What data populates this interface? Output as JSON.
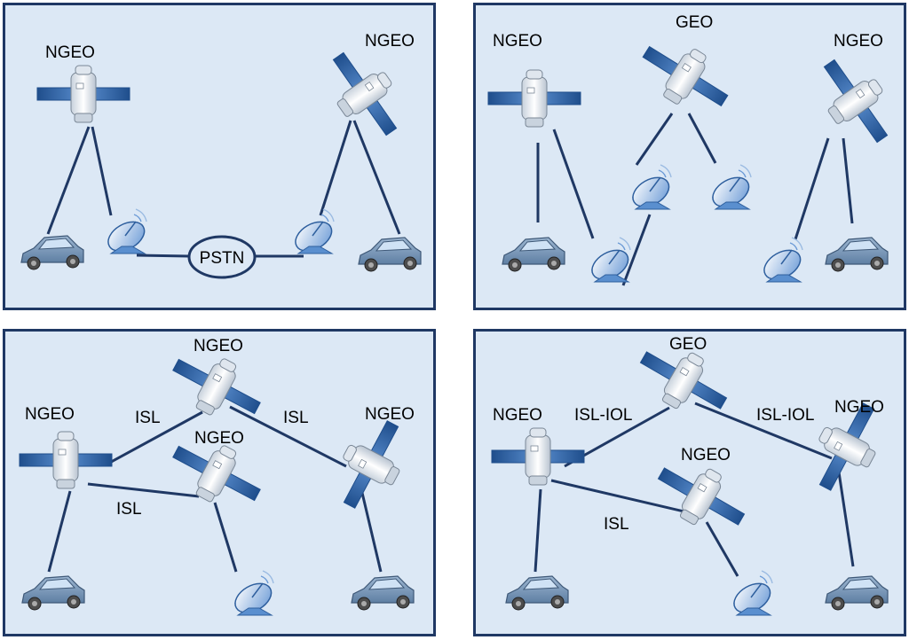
{
  "panels": [
    {
      "name": "panel-ngeo-pstn",
      "labels": {
        "sat_left": "NGEO",
        "sat_right": "NGEO",
        "pstn": "PSTN"
      }
    },
    {
      "name": "panel-ngeo-geo-ngeo",
      "labels": {
        "sat_left": "NGEO",
        "sat_center": "GEO",
        "sat_right": "NGEO"
      }
    },
    {
      "name": "panel-ngeo-isl",
      "labels": {
        "sat_left": "NGEO",
        "sat_top": "NGEO",
        "sat_middle": "NGEO",
        "sat_right": "NGEO",
        "isl_left": "ISL",
        "isl_right": "ISL",
        "isl_bottom": "ISL"
      }
    },
    {
      "name": "panel-geo-isl-iol",
      "labels": {
        "sat_left": "NGEO",
        "sat_top": "GEO",
        "sat_middle": "NGEO",
        "sat_right": "NGEO",
        "isliol_left": "ISL-IOL",
        "isliol_right": "ISL-IOL",
        "isl_bottom": "ISL"
      }
    }
  ],
  "colors": {
    "panel_bg": "#dce8f5",
    "border": "#1f3864",
    "link": "#1f3864",
    "solar_panel": "#2e5f9e",
    "satellite_body": "#e8edf2",
    "car": "#7f9fbf",
    "dish": "#5a8fcf"
  },
  "icons": [
    "satellite-icon",
    "car-icon",
    "dish-antenna-icon",
    "pstn-ellipse"
  ]
}
